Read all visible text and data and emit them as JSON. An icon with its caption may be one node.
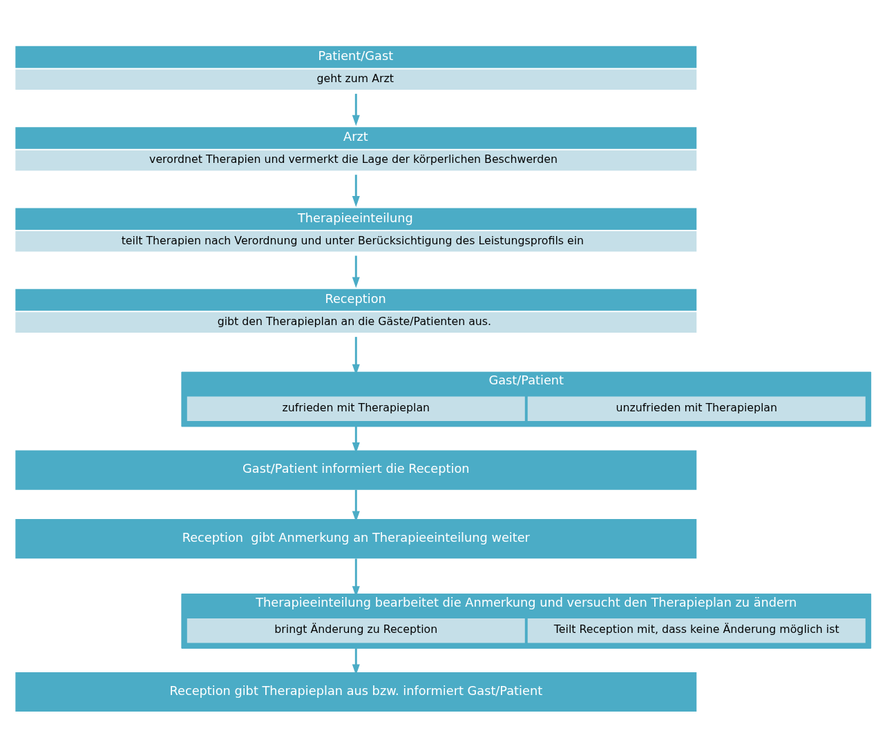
{
  "diagram": {
    "nodes": [
      {
        "text": [
          "Patient/Gast",
          "geht zum Arzt"
        ]
      },
      {
        "text": [
          "Arzt",
          "verordnet Therapien und vermerkt die Lage der körperlichen Beschwerden"
        ]
      },
      {
        "text": [
          "Therapieeinteilung",
          "teilt Therapien nach Verordnung und unter Berücksichtigung des Leistungsprofils ein"
        ]
      },
      {
        "text": [
          "Reception",
          "gibt den Therapieplan an die Gäste/Patienten aus."
        ]
      },
      {
        "text": [
          "Gast/Patient"
        ]
      },
      {
        "text": [
          "zufrieden mit Therapieplan"
        ],
        "in": 4
      },
      {
        "text": [
          "unzufrieden mit Therapieplan"
        ],
        "in": 4
      },
      {
        "text": [
          "Gast/Patient informiert die Reception"
        ]
      },
      {
        "text": [
          "Reception  gibt Anmerkung an Therapieeinteilung weiter"
        ]
      },
      {
        "text": [
          "Therapieeinteilung bearbeitet die Anmerkung und versucht den Therapieplan zu ändern"
        ]
      },
      {
        "text": [
          "bringt Änderung zu Reception"
        ],
        "in": 9
      },
      {
        "text": [
          "Teilt Reception mit, dass keine Änderung möglich ist"
        ],
        "in": 9
      },
      {
        "text": [
          "Reception gibt Therapieplan aus bzw. informiert Gast/Patient"
        ]
      }
    ],
    "edges": [
      {
        "from": 0,
        "to": 1,
        "arrow": "to"
      },
      {
        "from": 1,
        "to": 2,
        "arrow": "to"
      },
      {
        "from": 2,
        "to": 3,
        "arrow": "to"
      },
      {
        "from": 3,
        "to": 4,
        "arrow": "to"
      },
      {
        "from": 4,
        "to": 7,
        "arrow": "to"
      },
      {
        "from": 7,
        "to": 8,
        "arrow": "to"
      },
      {
        "from": 8,
        "to": 9,
        "arrow": "to"
      },
      {
        "from": 9,
        "to": 12,
        "arrow": "to"
      }
    ]
  }
}
